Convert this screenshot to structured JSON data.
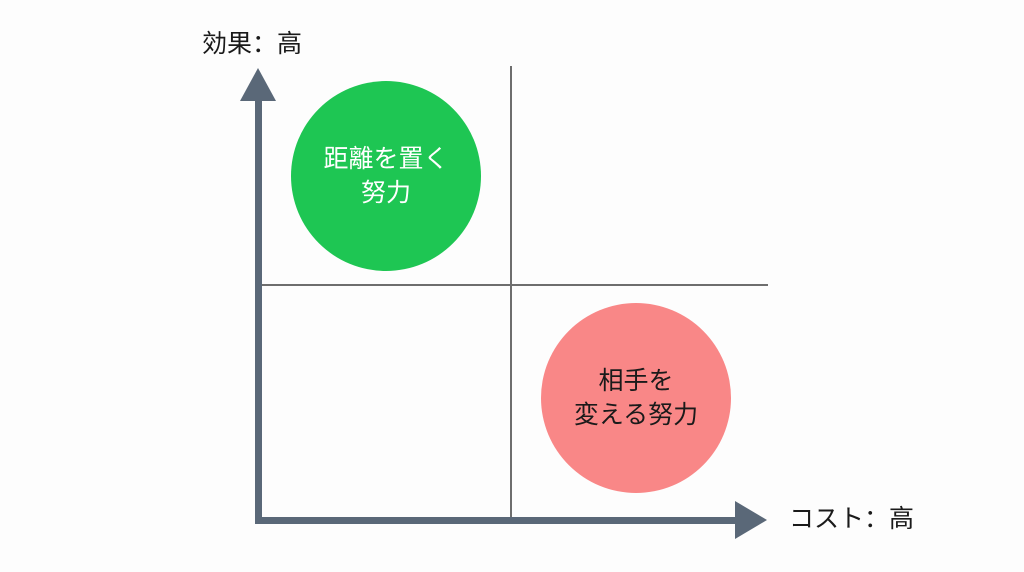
{
  "diagram": {
    "type": "2x2-matrix",
    "y_axis": {
      "label": "効果：高"
    },
    "x_axis": {
      "label": "コスト：高"
    },
    "colors": {
      "axis": "#5a6878",
      "divider": "#6e6e6e",
      "green_bubble": "#1ec653",
      "red_bubble": "#f98787"
    },
    "bubbles": [
      {
        "quadrant": "top-left",
        "lines": [
          "距離を置く",
          "努力"
        ],
        "color": "#1ec653",
        "text_color": "#ffffff"
      },
      {
        "quadrant": "bottom-right",
        "lines": [
          "相手を",
          "変える努力"
        ],
        "color": "#f98787",
        "text_color": "#1a1a1a"
      }
    ]
  }
}
